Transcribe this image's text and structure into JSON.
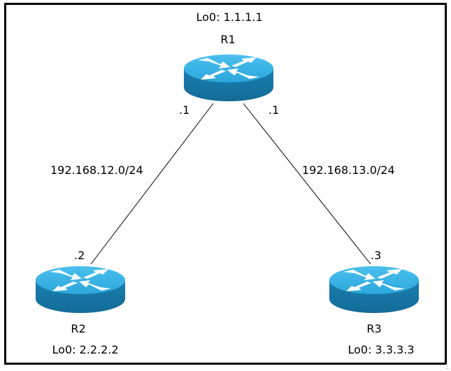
{
  "colors": {
    "router_top": "#2ba6dc",
    "router_top_light": "#4cc0ef",
    "router_side": "#1a7fae",
    "router_side_dark": "#136c97",
    "arrow": "#ffffff",
    "link": "#000000",
    "frame": "#000000"
  },
  "routers": [
    {
      "id": "r1",
      "name": "R1",
      "loopback": "Lo0: 1.1.1.1"
    },
    {
      "id": "r2",
      "name": "R2",
      "loopback": "Lo0: 2.2.2.2"
    },
    {
      "id": "r3",
      "name": "R3",
      "loopback": "Lo0: 3.3.3.3"
    }
  ],
  "links": [
    {
      "from": "R1",
      "to": "R2",
      "subnet": "192.168.12.0/24",
      "from_host": ".1",
      "to_host": ".2"
    },
    {
      "from": "R1",
      "to": "R3",
      "subnet": "192.168.13.0/24",
      "from_host": ".1",
      "to_host": ".3"
    }
  ],
  "page_number": "1"
}
